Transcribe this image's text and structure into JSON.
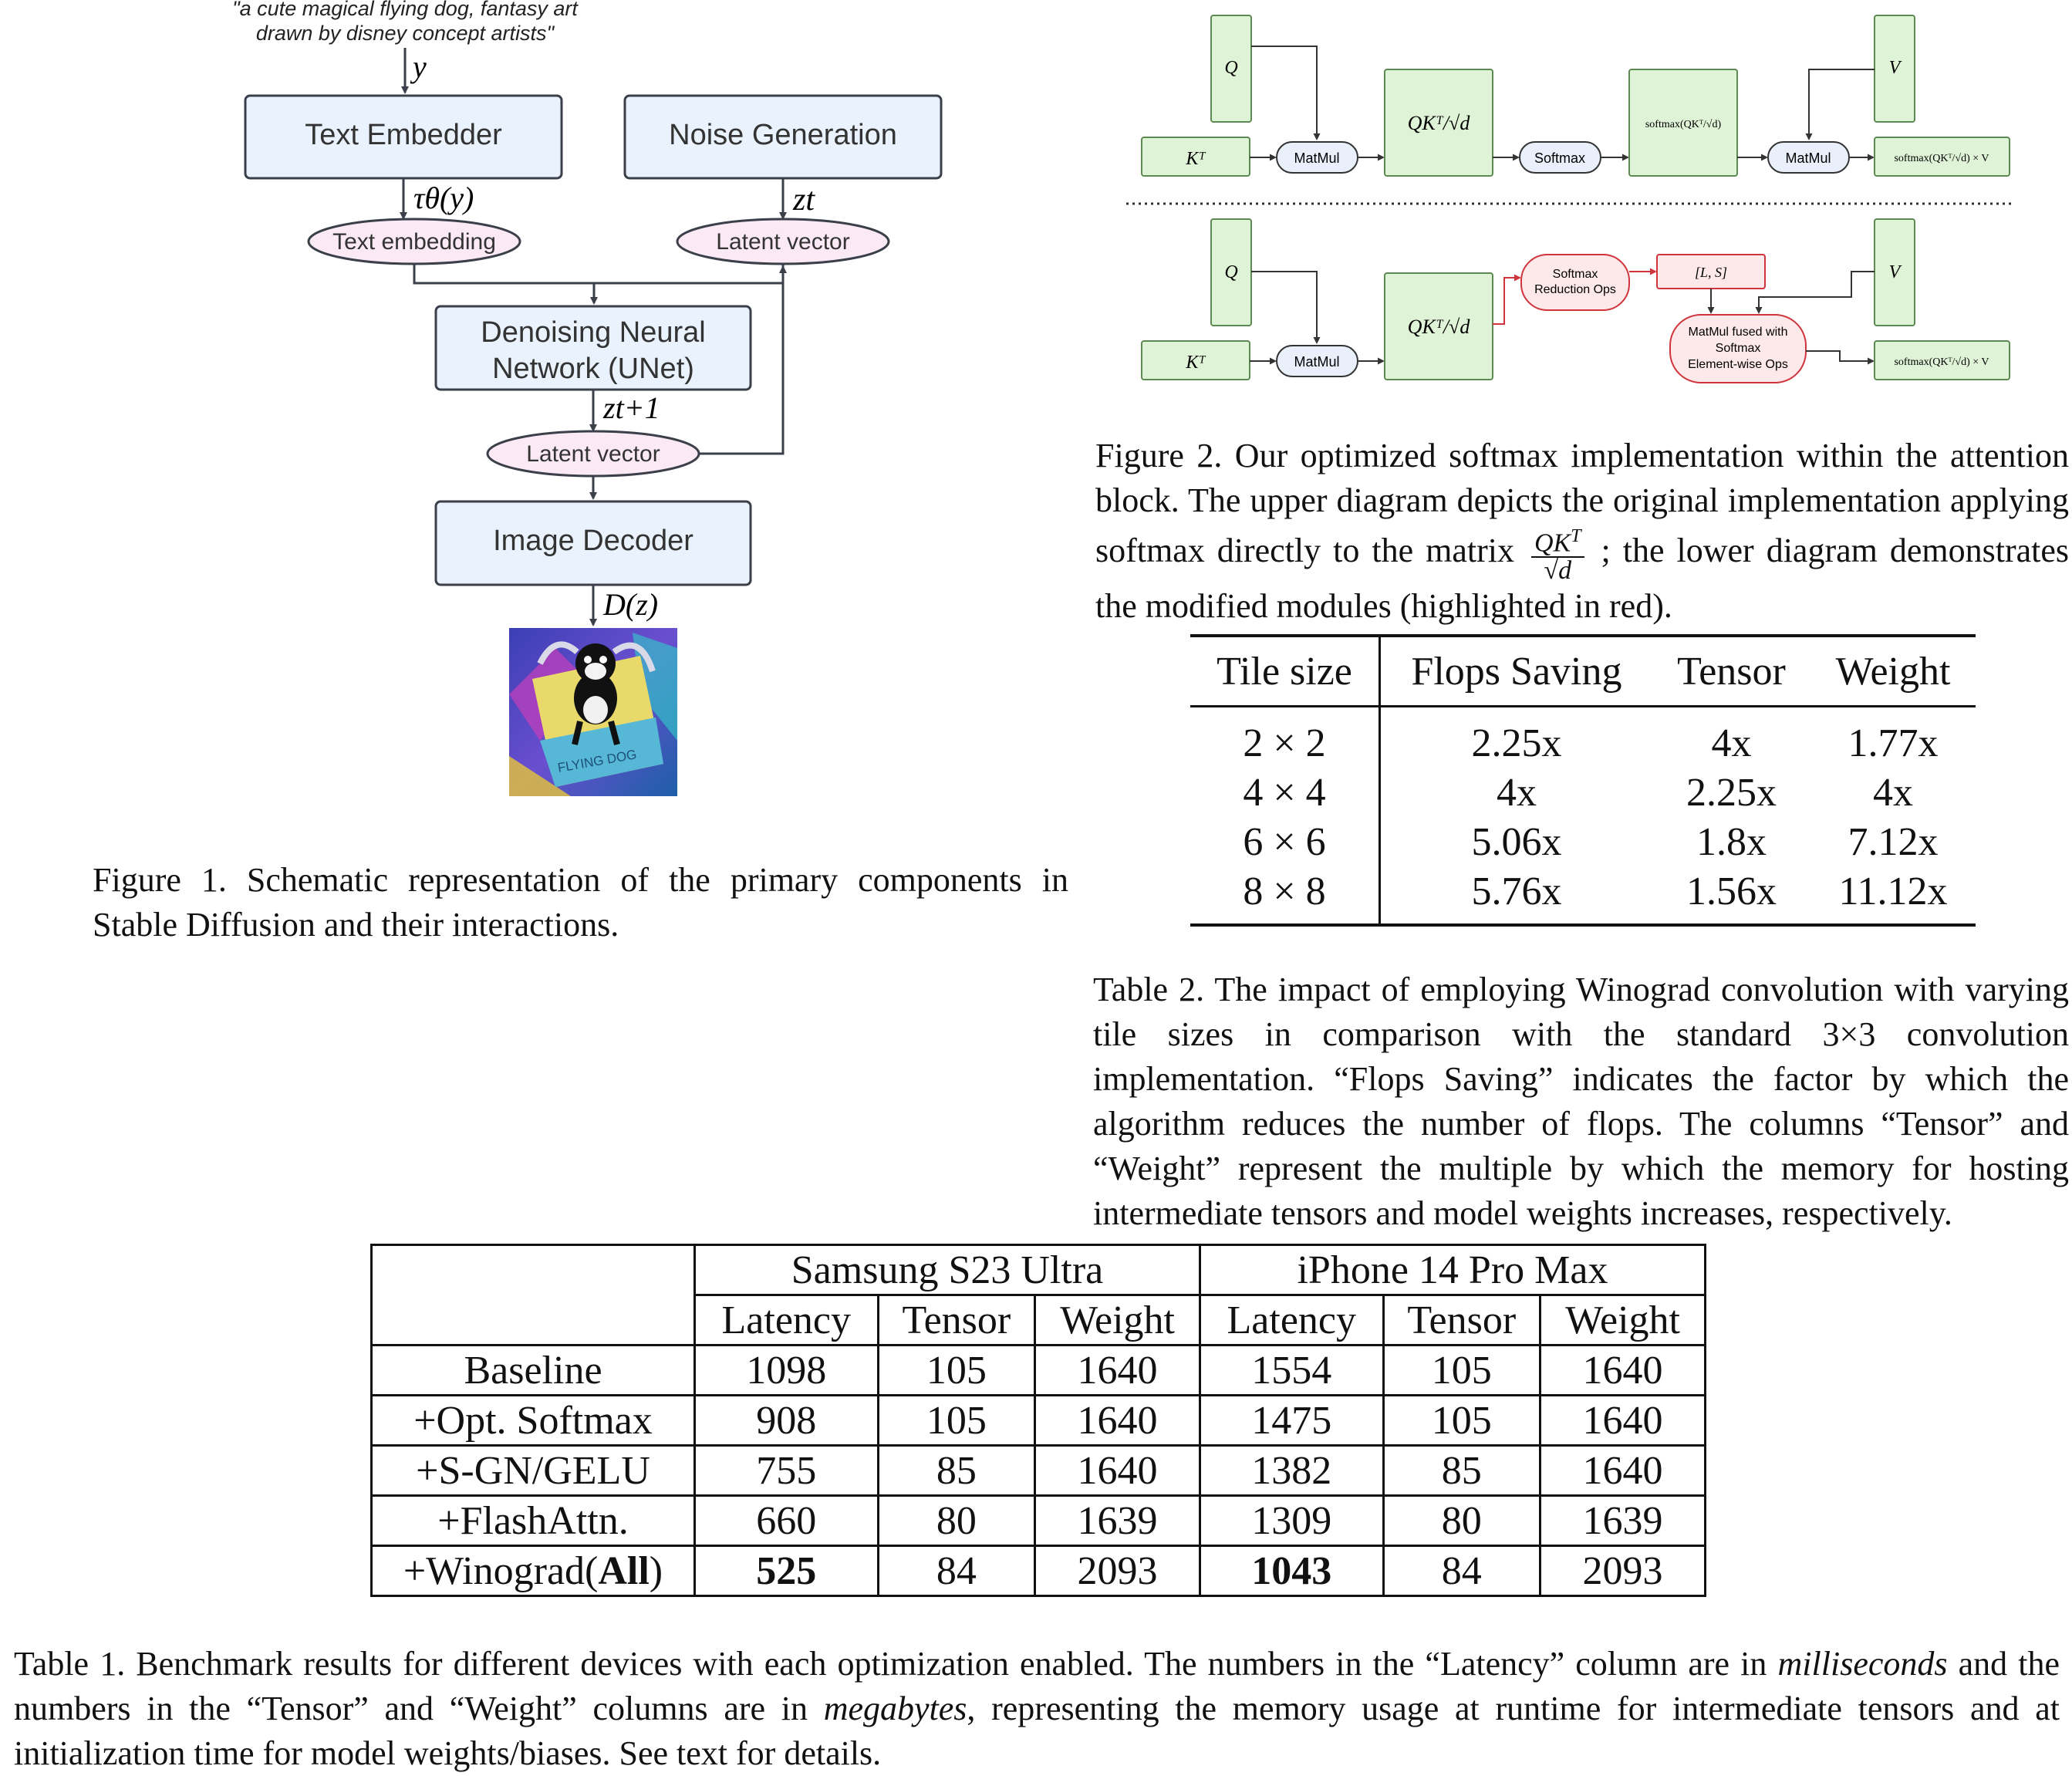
{
  "figure1": {
    "prompt_line1": "\"a cute magical flying dog, fantasy art",
    "prompt_line2": "drawn by disney concept artists\"",
    "y_label": "y",
    "text_embedder": "Text Embedder",
    "noise_generation": "Noise Generation",
    "tau_label": "τθ(y)",
    "zt_label": "zt",
    "text_embedding": "Text embedding",
    "latent_vector_top": "Latent vector",
    "unet_line1": "Denoising Neural",
    "unet_line2": "Network (UNet)",
    "zt1_label": "zt+1",
    "latent_vector_mid": "Latent vector",
    "image_decoder": "Image Decoder",
    "dz_label": "D(z)",
    "image_text": "FLYING DOG",
    "caption": "Figure 1. Schematic representation of the primary components in Stable Diffusion and their interactions.",
    "colors": {
      "box_fill": "#eaf2fd",
      "ellipse_fill": "#fbeaf6",
      "stroke": "#3a3f4a"
    }
  },
  "figure2": {
    "top": {
      "q": "Q",
      "kt": "Kᵀ",
      "matmul1": "MatMul",
      "qkt": "QKᵀ/√d",
      "softmax": "Softmax",
      "softmax_box": "softmax(QKᵀ/√d)",
      "matmul2": "MatMul",
      "v": "V",
      "out": "softmax(QKᵀ/√d) × V"
    },
    "bottom": {
      "q": "Q",
      "kt": "Kᵀ",
      "matmul1": "MatMul",
      "qkt": "QKᵀ/√d",
      "red1_line1": "Softmax",
      "red1_line2": "Reduction Ops",
      "ls": "[L, S]",
      "red2_line1": "MatMul fused with",
      "red2_line2": "Softmax",
      "red2_line3": "Element-wise Ops",
      "v": "V",
      "out": "softmax(QKᵀ/√d) × V"
    },
    "caption_pre": "Figure 2. Our optimized softmax implementation within the attention block. The upper diagram depicts the original implementation applying softmax directly to the matrix",
    "caption_frac_num": "QK",
    "caption_frac_sup": "T",
    "caption_frac_den": "√d",
    "caption_post": "; the lower diagram demonstrates the modified modules (highlighted in red).",
    "colors": {
      "green_fill": "#dff3d6",
      "green_stroke": "#5c8a52",
      "red_fill": "#fde9ea",
      "red_stroke": "#d0343c",
      "pill_fill": "#eaf0fb"
    }
  },
  "table2": {
    "headers": [
      "Tile size",
      "Flops Saving",
      "Tensor",
      "Weight"
    ],
    "rows": [
      [
        "2 × 2",
        "2.25x",
        "4x",
        "1.77x"
      ],
      [
        "4 × 4",
        "4x",
        "2.25x",
        "4x"
      ],
      [
        "6 × 6",
        "5.06x",
        "1.8x",
        "7.12x"
      ],
      [
        "8 × 8",
        "5.76x",
        "1.56x",
        "11.12x"
      ]
    ],
    "caption": "Table 2. The impact of employing Winograd convolution with varying tile sizes in comparison with the standard 3×3 convolution implementation. “Flops Saving” indicates the factor by which the algorithm reduces the number of flops. The columns “Tensor” and “Weight” represent the multiple by which the memory for hosting intermediate tensors and model weights increases, respectively."
  },
  "table1": {
    "group_headers": [
      "Samsung S23 Ultra",
      "iPhone 14 Pro Max"
    ],
    "sub_headers": [
      "Latency",
      "Tensor",
      "Weight",
      "Latency",
      "Tensor",
      "Weight"
    ],
    "rows": [
      {
        "label": "Baseline",
        "values": [
          "1098",
          "105",
          "1640",
          "1554",
          "105",
          "1640"
        ]
      },
      {
        "label": "+Opt. Softmax",
        "values": [
          "908",
          "105",
          "1640",
          "1475",
          "105",
          "1640"
        ]
      },
      {
        "label": "+S-GN/GELU",
        "values": [
          "755",
          "85",
          "1640",
          "1382",
          "85",
          "1640"
        ]
      },
      {
        "label": "+FlashAttn.",
        "values": [
          "660",
          "80",
          "1639",
          "1309",
          "80",
          "1639"
        ]
      },
      {
        "label_pre": "+Winograd(",
        "label_bold": "All",
        "label_post": ")",
        "values": [
          "525",
          "84",
          "2093",
          "1043",
          "84",
          "2093"
        ]
      }
    ],
    "caption_a": "Table 1. Benchmark results for different devices with each optimization enabled. The numbers in the “Latency” column are in ",
    "caption_em1": "milliseconds",
    "caption_b": " and the numbers in the “Tensor” and “Weight” columns are in ",
    "caption_em2": "megabytes",
    "caption_c": ", representing the memory usage at runtime for intermediate tensors and at initialization time for model weights/biases. See text for details."
  }
}
